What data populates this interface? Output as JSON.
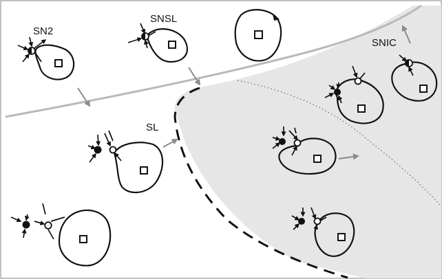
{
  "labels": {
    "sn2": "SN2",
    "snsl": "SNSL",
    "snic": "SNIC",
    "sl": "SL"
  },
  "colors": {
    "region_fill": "#e6e6e6",
    "sn_curve": "#b9b9b9",
    "ink": "#111111",
    "arrow_grey": "#8a8a8a",
    "frame": "#9a9a9a"
  },
  "icons": {
    "node": "filled-dot",
    "saddle_node": "half-filled-dot",
    "saddle": "open-circle",
    "unstable_focus": "open-square"
  }
}
